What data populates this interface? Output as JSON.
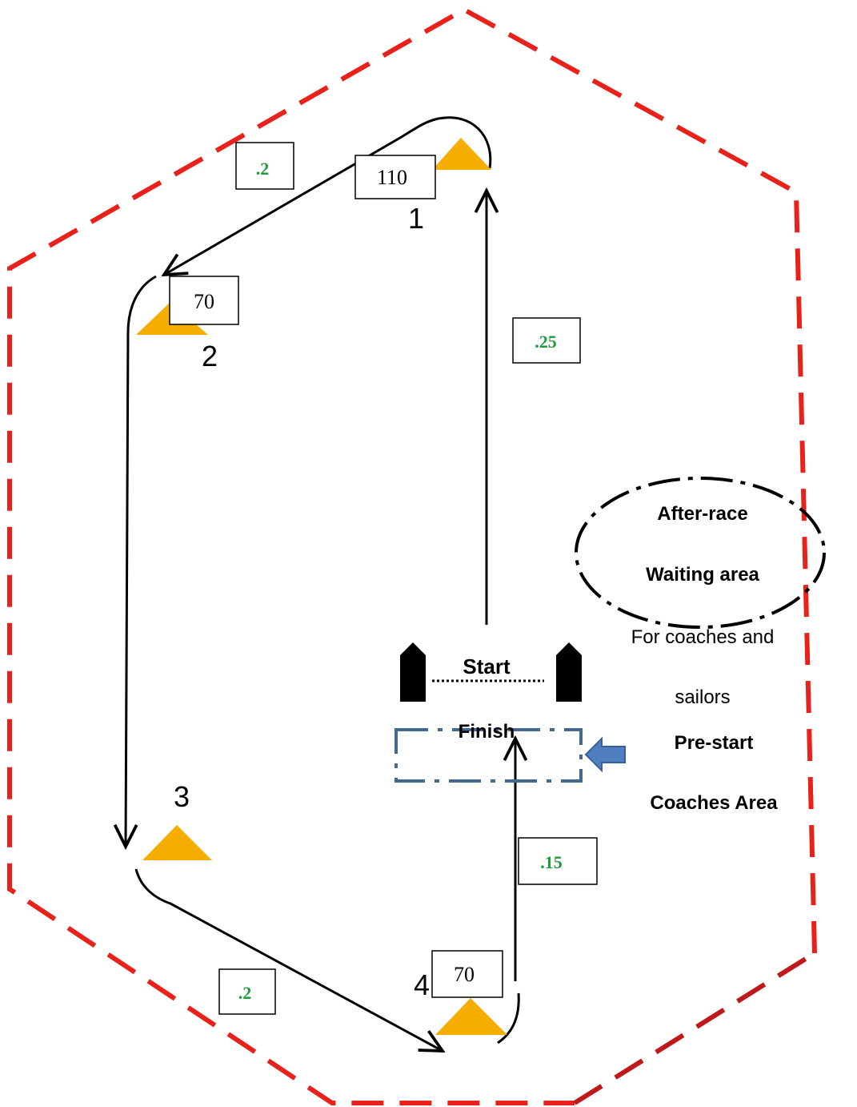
{
  "colors": {
    "boundary": "#e8221b",
    "boundary_dark": "#c0191b",
    "mark_fill": "#f5ad00",
    "distance_text": "#1f9a3c",
    "coach_box": "#44698f",
    "arrow_fill": "#4f7fbf"
  },
  "marks": [
    {
      "number": "1",
      "bearing": "110"
    },
    {
      "number": "2",
      "bearing": "70"
    },
    {
      "number": "3",
      "bearing": ""
    },
    {
      "number": "4",
      "bearing": "70"
    }
  ],
  "legs": [
    {
      "distance": ".2"
    },
    {
      "distance": ".25"
    },
    {
      "distance": ".2"
    },
    {
      "distance": ".15"
    }
  ],
  "start_line": {
    "label": "Start"
  },
  "finish_line": {
    "label": "Finish"
  },
  "areas": {
    "after_race_line1": "After-race",
    "after_race_line2": "Waiting area",
    "coaches_sailors_line1": "For coaches and",
    "coaches_sailors_line2": "sailors",
    "prestart_line1": "Pre-start",
    "prestart_line2": "Coaches Area"
  }
}
